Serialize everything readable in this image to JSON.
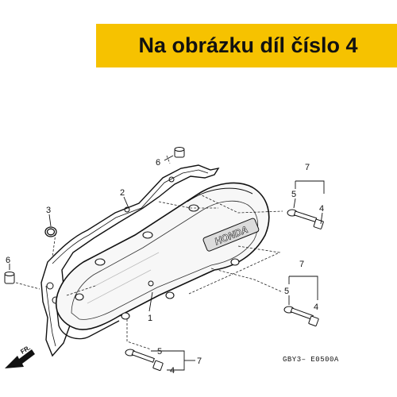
{
  "banner": {
    "text": "Na obrázku díl číslo 4",
    "color": "#f6c200"
  },
  "callouts": {
    "p1": "1",
    "p2": "2",
    "p3": "3",
    "p6_top": "6",
    "p6_left": "6",
    "p7_top": "7",
    "p5_top": "5",
    "p4_top": "4",
    "p7_mid": "7",
    "p5_mid": "5",
    "p4_mid": "4",
    "p5_bottom": "5",
    "p7_bottom": "7",
    "p4_bottom": "4"
  },
  "diagram_code": "GBY3– E0500A",
  "brand_logo": "HONDA",
  "direction_label": "FR."
}
